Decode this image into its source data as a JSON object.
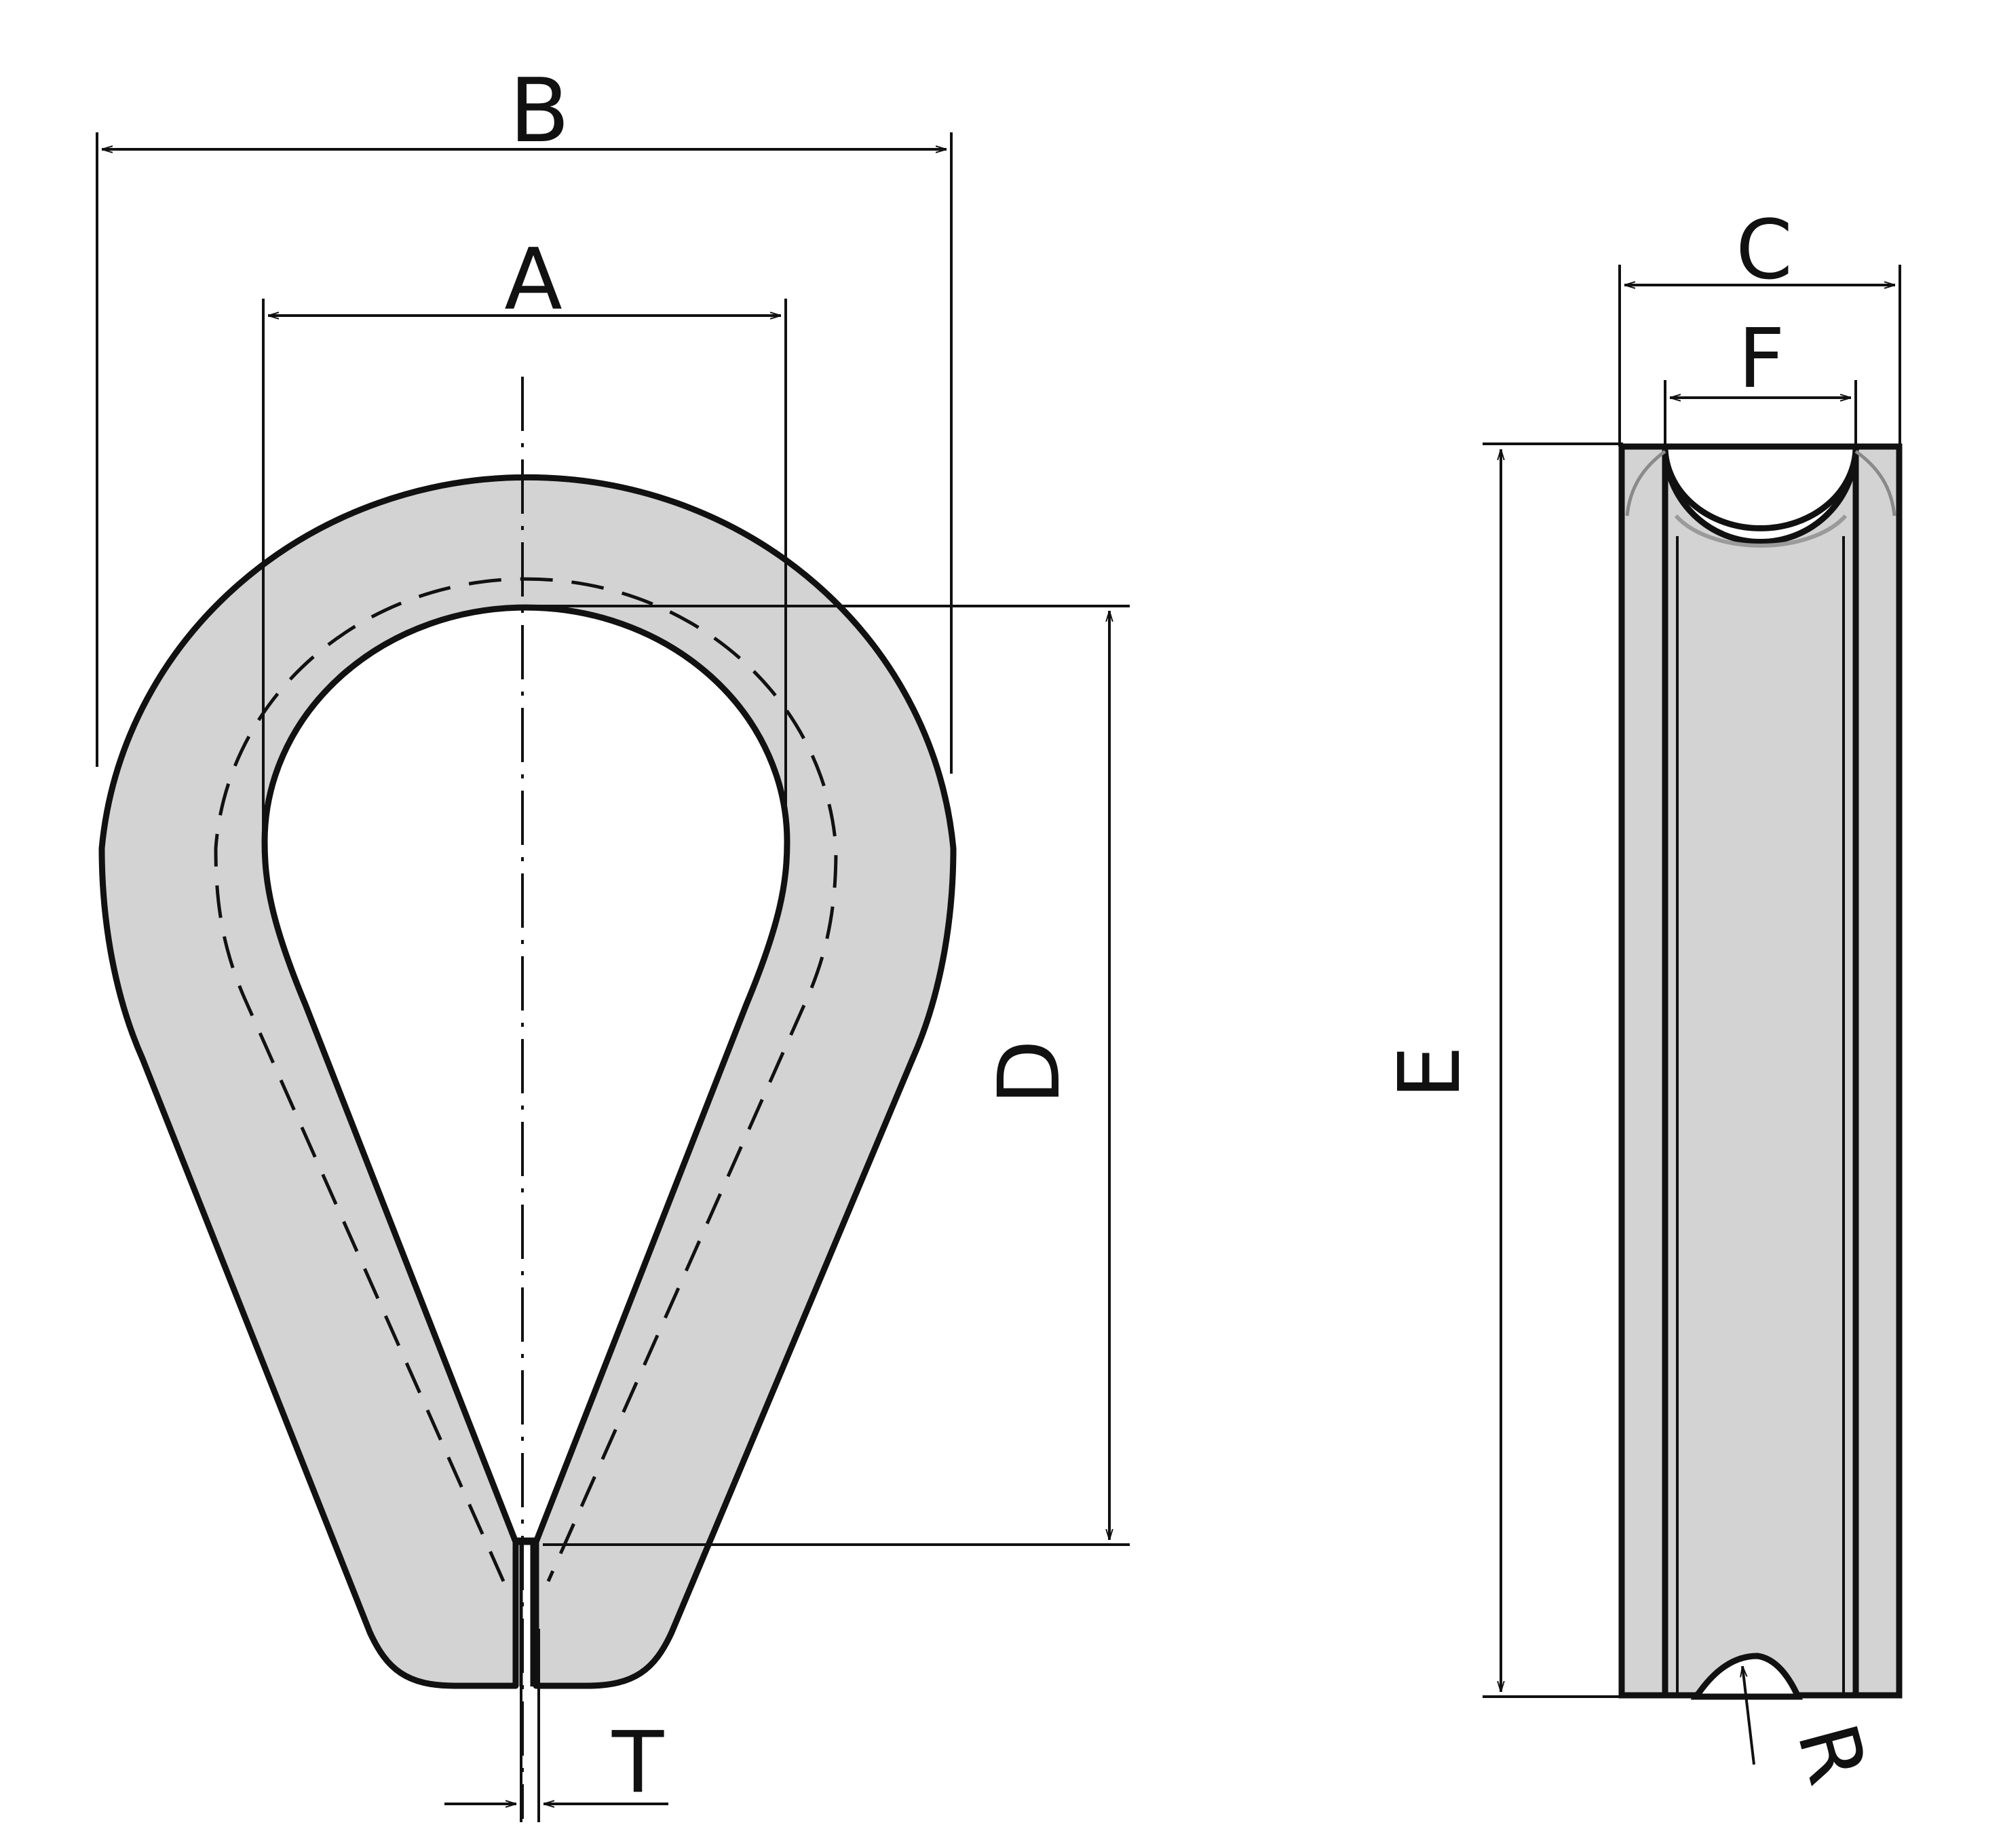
{
  "colors": {
    "background": "#ffffff",
    "fill": "#d3d3d3",
    "stroke": "#111111"
  },
  "labels": {
    "A": "A",
    "B": "B",
    "C": "C",
    "D": "D",
    "E": "E",
    "F": "F",
    "T": "T",
    "R": "R"
  }
}
